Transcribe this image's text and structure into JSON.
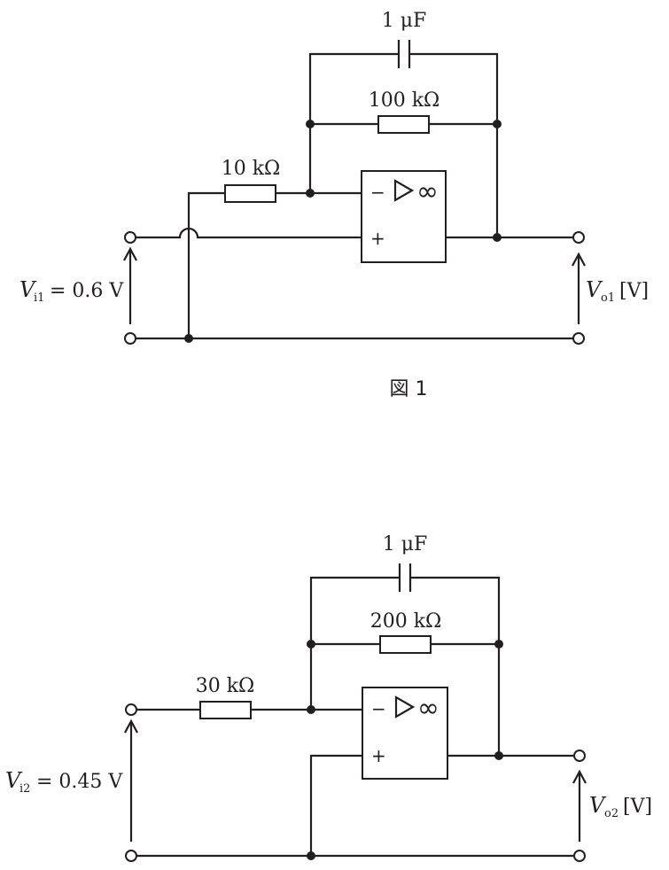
{
  "figure1": {
    "caption": "図 1",
    "capacitor_label": "1 μF",
    "feedback_resistor_label": "100 kΩ",
    "input_resistor_label": "10 kΩ",
    "input_voltage": {
      "symbol": "V",
      "subscript": "i1",
      "value": "= 0.6 V"
    },
    "output_voltage": {
      "symbol": "V",
      "subscript": "o1",
      "unit": "[V]"
    },
    "opamp": {
      "minus": "−",
      "plus": "+",
      "gain_symbol": "∞"
    }
  },
  "figure2": {
    "capacitor_label": "1 μF",
    "feedback_resistor_label": "200 kΩ",
    "input_resistor_label": "30 kΩ",
    "input_voltage": {
      "symbol": "V",
      "subscript": "i2",
      "value": "= 0.45 V"
    },
    "output_voltage": {
      "symbol": "V",
      "subscript": "o2",
      "unit": "[V]"
    },
    "opamp": {
      "minus": "−",
      "plus": "+",
      "gain_symbol": "∞"
    }
  }
}
